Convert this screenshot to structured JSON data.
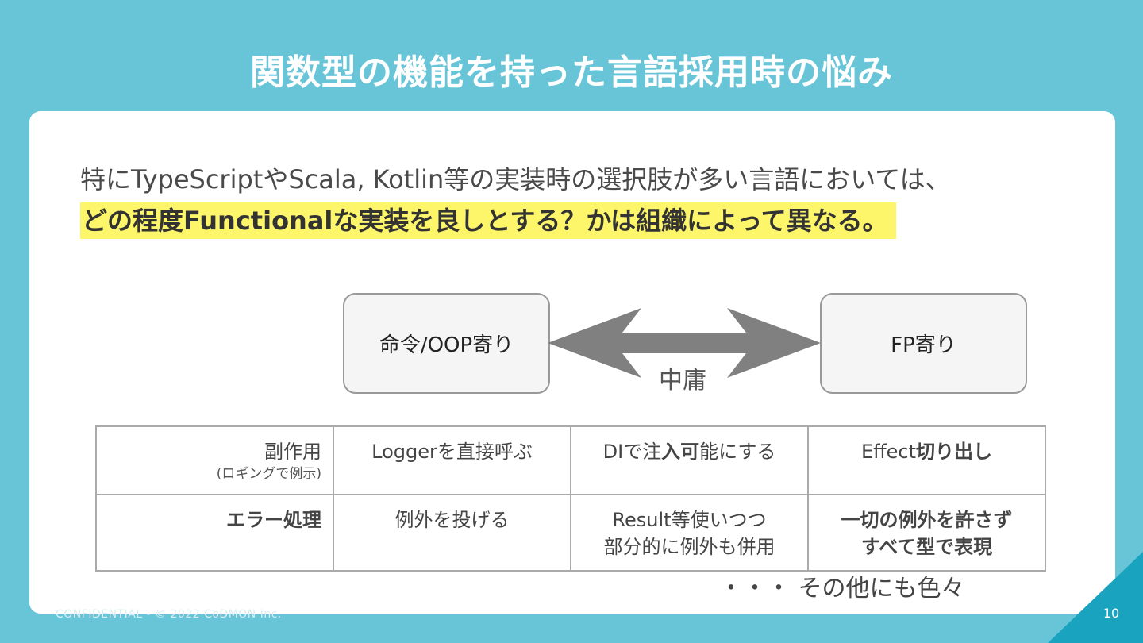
{
  "slide": {
    "title": "関数型の機能を持った言語採用時の悩み",
    "lead": "特にTypeScriptやScala, Kotlin等の実装時の選択肢が多い言語においては、",
    "highlight": "どの程度Functionalな実装を良しとする？かは組織によって異なる。",
    "page_number": "10",
    "footer_note": "CONFIDENTIAL - © 2022 CoDMON Inc."
  },
  "spectrum": {
    "left_label": "命令/OOP寄り",
    "right_label": "FP寄り",
    "middle_label": "中庸"
  },
  "table": {
    "rows": [
      {
        "head": "副作用",
        "head_sub": "(ロギングで例示)",
        "c1": "Loggerを直接呼ぶ",
        "c2_pre": "DIで注",
        "c2_bold": "入可",
        "c2_post": "能にする",
        "c3_pre": "Effect",
        "c3_bold": "切り出し",
        "c3_post": ""
      },
      {
        "head": "エラー処理",
        "c1": "例外を投げる",
        "c2_line1": "Result等使いつつ",
        "c2_line2": "部分的に例外も併用",
        "c3_line1": "一切の例外を許さず",
        "c3_line2": "すべて型で表現"
      }
    ]
  },
  "etc_note": "・・・ その他にも色々",
  "colors": {
    "background": "#68c5d8",
    "highlight": "#fdf66b",
    "arrow": "#808080",
    "corner": "#1aa3bf"
  }
}
